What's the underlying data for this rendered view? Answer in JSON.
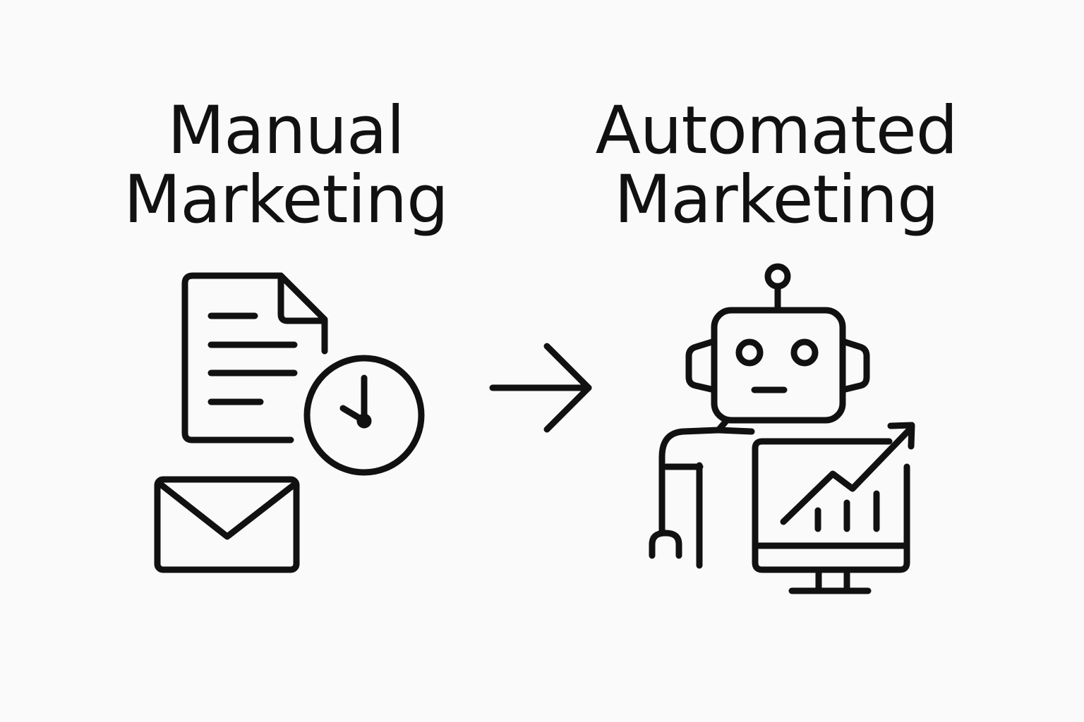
{
  "left": {
    "title_line1": "Manual",
    "title_line2": "Marketing",
    "icons": [
      "document-icon",
      "clock-icon",
      "envelope-icon"
    ]
  },
  "right": {
    "title_line1": "Automated",
    "title_line2": "Marketing",
    "icons": [
      "robot-icon",
      "monitor-icon",
      "growth-chart-icon"
    ]
  },
  "connector": {
    "icon": "arrow-right-icon"
  },
  "colors": {
    "background": "#fafafa",
    "ink": "#111111"
  }
}
